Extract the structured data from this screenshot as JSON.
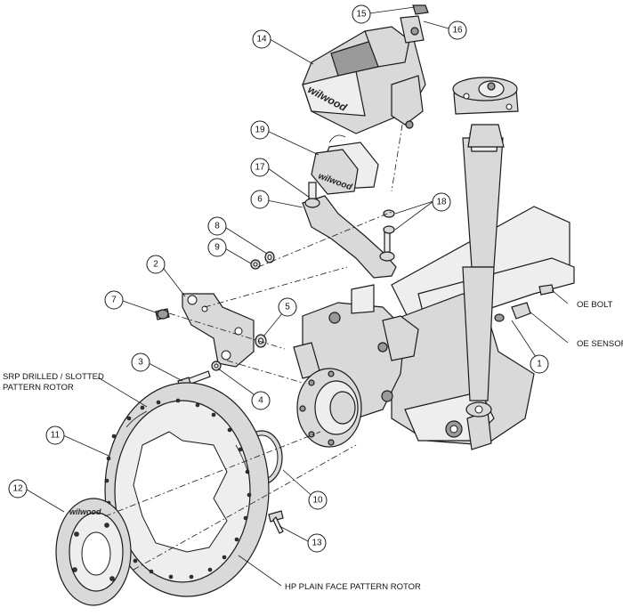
{
  "callouts": [
    {
      "id": "c1",
      "number": "1"
    },
    {
      "id": "c2",
      "number": "2"
    },
    {
      "id": "c3",
      "number": "3"
    },
    {
      "id": "c4",
      "number": "4"
    },
    {
      "id": "c5",
      "number": "5"
    },
    {
      "id": "c6",
      "number": "6"
    },
    {
      "id": "c7",
      "number": "7"
    },
    {
      "id": "c8",
      "number": "8"
    },
    {
      "id": "c9",
      "number": "9"
    },
    {
      "id": "c10",
      "number": "10"
    },
    {
      "id": "c11",
      "number": "11"
    },
    {
      "id": "c12",
      "number": "12"
    },
    {
      "id": "c13",
      "number": "13"
    },
    {
      "id": "c14",
      "number": "14"
    },
    {
      "id": "c15",
      "number": "15"
    },
    {
      "id": "c16",
      "number": "16"
    },
    {
      "id": "c17",
      "number": "17"
    },
    {
      "id": "c18",
      "number": "18"
    },
    {
      "id": "c19",
      "number": "19"
    }
  ],
  "labels": {
    "oe_bolt": "OE BOLT",
    "oe_sensor": "OE SENSOR",
    "srp_rotor_line1": "SRP DRILLED / SLOTTED",
    "srp_rotor_line2": "PATTERN ROTOR",
    "hp_rotor": "HP PLAIN FACE PATTERN ROTOR"
  },
  "branding": {
    "caliper_logo": "wilwood",
    "pad_logo": "wilwood",
    "hat_logo": "wilwood"
  },
  "colors": {
    "line": "#1a1a1a",
    "part_fill": "#d9d9d9",
    "background": "#ffffff"
  }
}
